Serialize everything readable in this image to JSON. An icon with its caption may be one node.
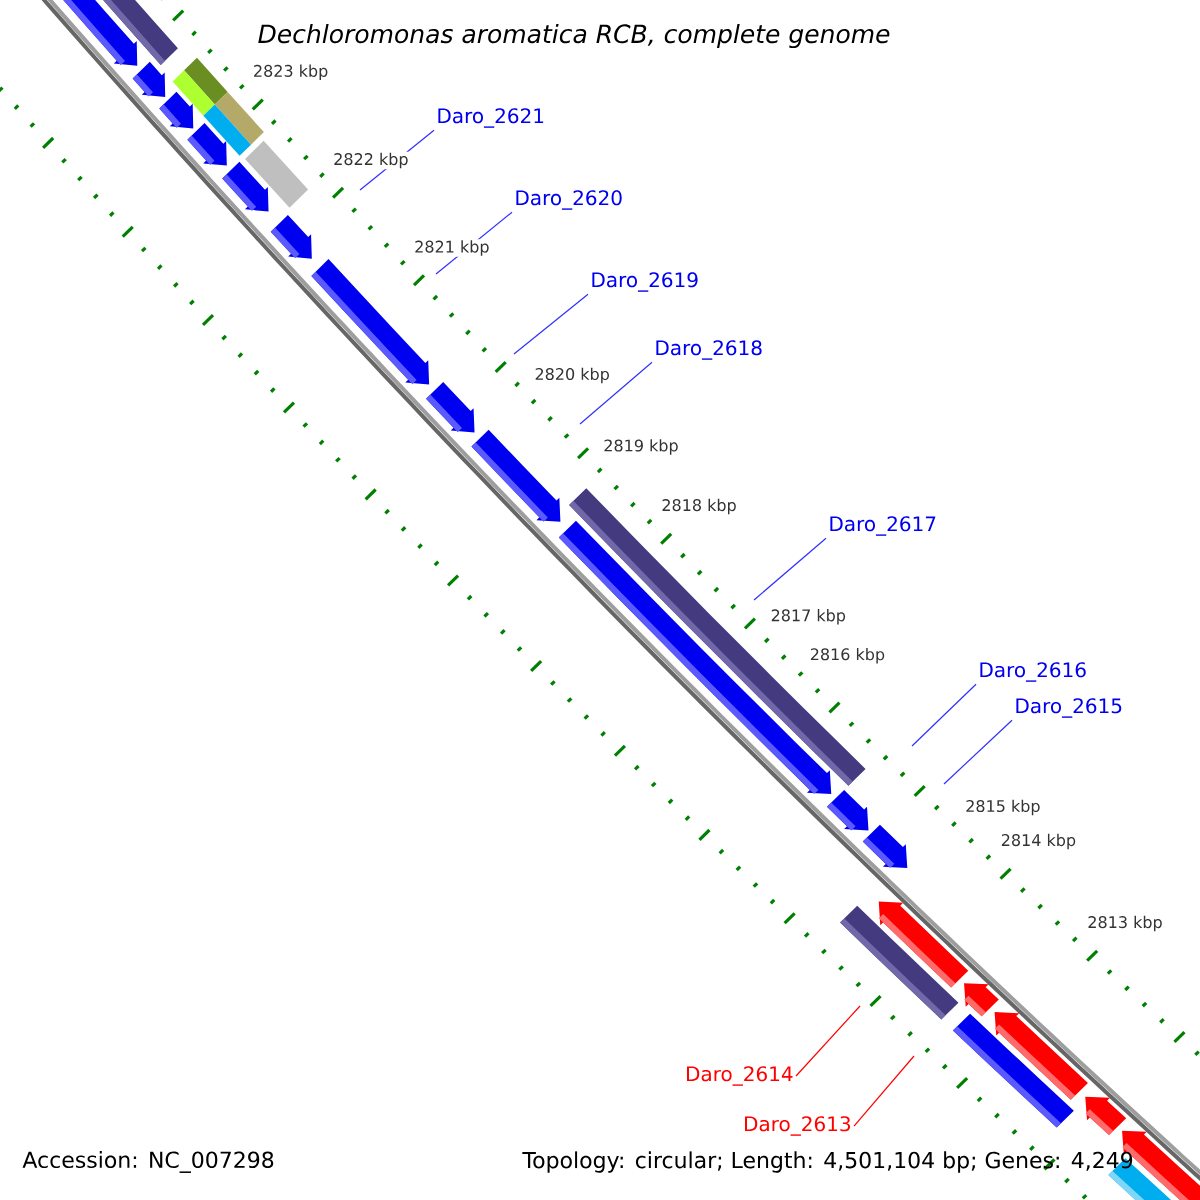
{
  "diagram": {
    "title": "Dechloromonas aromatica RCB, complete genome",
    "nodes": [
      {
        "text": [
          "Daro_2621"
        ]
      },
      {
        "text": [
          "Daro_2620"
        ]
      },
      {
        "text": [
          "Daro_2619"
        ]
      },
      {
        "text": [
          "Daro_2618"
        ]
      },
      {
        "text": [
          "Daro_2617"
        ]
      },
      {
        "text": [
          "Daro_2616"
        ]
      },
      {
        "text": [
          "Daro_2615"
        ]
      },
      {
        "text": [
          "Daro_2614"
        ]
      },
      {
        "text": [
          "Daro_2613"
        ]
      }
    ],
    "edges": [
      {
        "from": 0,
        "to": null,
        "arrow": "none"
      },
      {
        "from": 1,
        "to": null,
        "arrow": "none"
      },
      {
        "from": 2,
        "to": null,
        "arrow": "none"
      },
      {
        "from": 3,
        "to": null,
        "arrow": "none"
      },
      {
        "from": 4,
        "to": null,
        "arrow": "none"
      },
      {
        "from": 5,
        "to": null,
        "arrow": "none"
      },
      {
        "from": 6,
        "to": null,
        "arrow": "none"
      },
      {
        "from": 7,
        "to": null,
        "arrow": "none",
        "color": "#ff0000"
      },
      {
        "from": 8,
        "to": null,
        "arrow": "none",
        "color": "#ff0000"
      }
    ],
    "labels": [
      "2823 kbp",
      "2822 kbp",
      "2821 kbp",
      "2820 kbp",
      "2819 kbp",
      "2818 kbp",
      "2817 kbp",
      "2816 kbp",
      "2815 kbp",
      "2814 kbp",
      "2813 kbp",
      "Accession: NC_007298",
      "Topology: circular; Length: 4,501,104 bp; Genes: 4,249"
    ]
  }
}
